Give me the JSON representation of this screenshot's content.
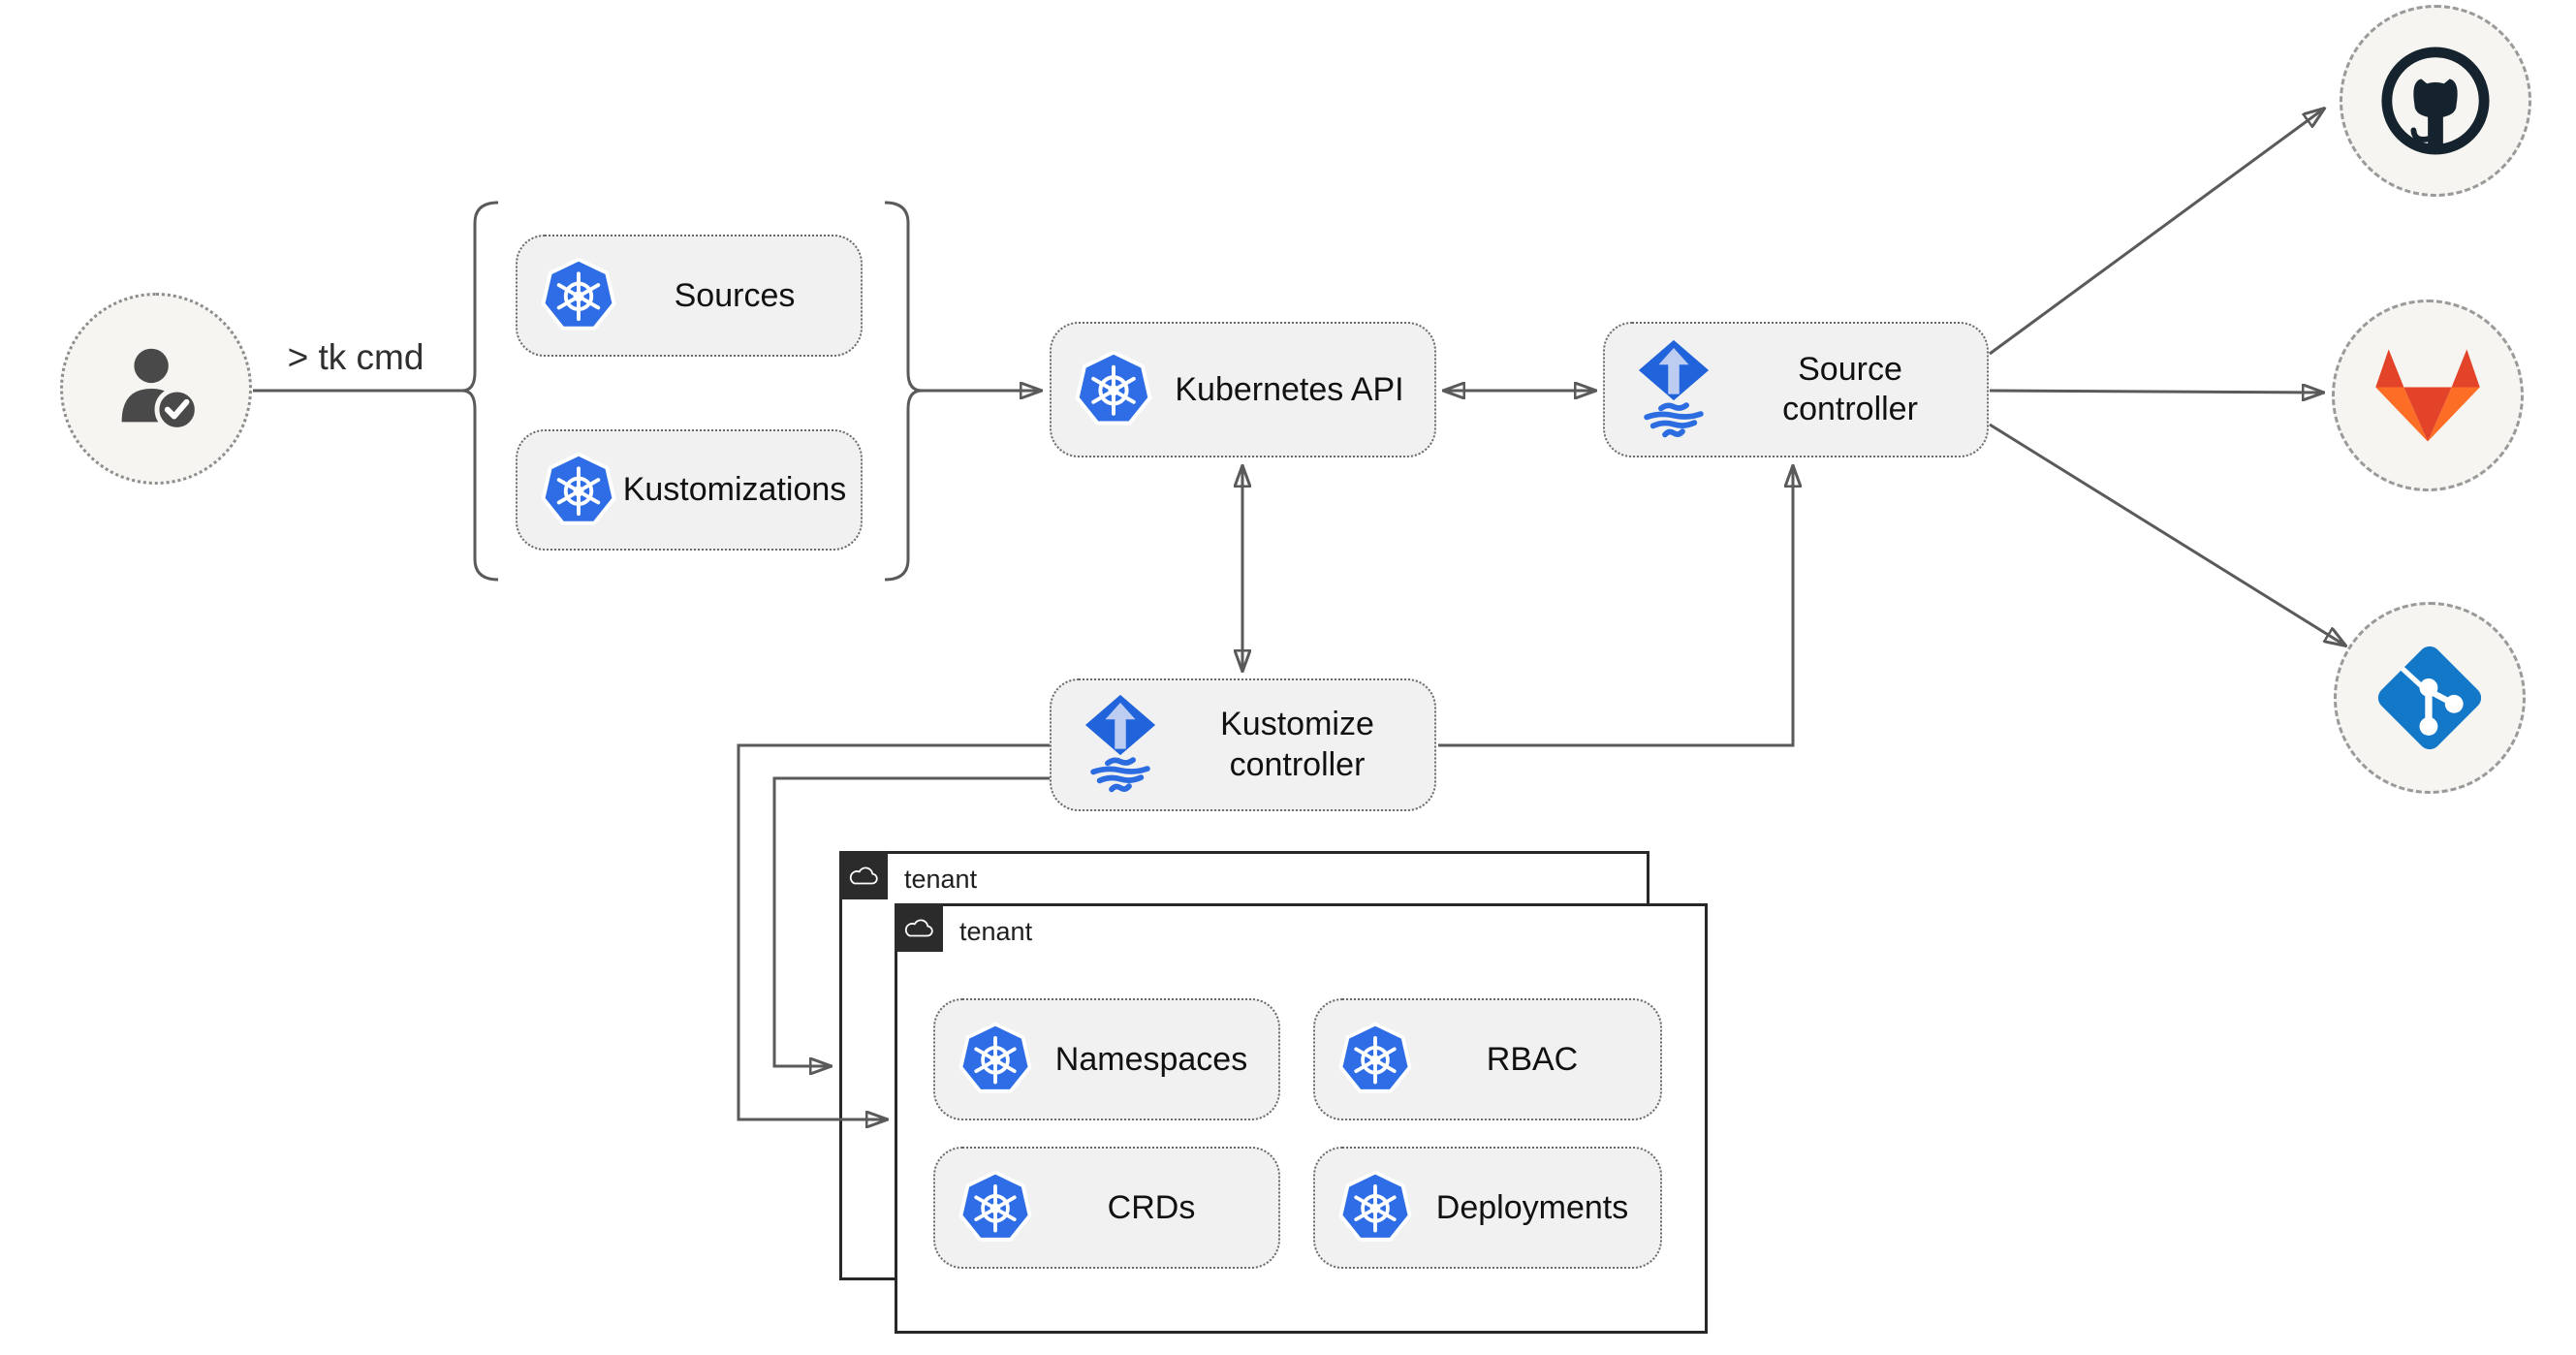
{
  "user": {
    "icon": "user-check-icon",
    "command_label": "> tk cmd"
  },
  "cluster_definitions": {
    "items": [
      {
        "icon": "kubernetes-icon",
        "label": "Sources"
      },
      {
        "icon": "kubernetes-icon",
        "label": "Kustomizations"
      }
    ]
  },
  "kubernetes_api": {
    "icon": "kubernetes-icon",
    "label": "Kubernetes API"
  },
  "source_controller": {
    "icon": "flux-icon",
    "label": "Source controller"
  },
  "kustomize_controller": {
    "icon": "flux-icon",
    "label": "Kustomize controller"
  },
  "tenant_back": {
    "icon": "cloud-icon",
    "label": "tenant"
  },
  "tenant_front": {
    "icon": "cloud-icon",
    "label": "tenant",
    "items": [
      {
        "icon": "kubernetes-icon",
        "label": "Namespaces"
      },
      {
        "icon": "kubernetes-icon",
        "label": "RBAC"
      },
      {
        "icon": "kubernetes-icon",
        "label": "CRDs"
      },
      {
        "icon": "kubernetes-icon",
        "label": "Deployments"
      }
    ]
  },
  "git_providers": {
    "icons": [
      "github-icon",
      "gitlab-icon",
      "git-icon"
    ]
  },
  "colors": {
    "kubernetes_blue": "#2e6de5",
    "flux_blue": "#2163da",
    "flux_arrow_light": "#bccdf1",
    "github_dark": "#15232e",
    "gitlab_red": "#e24329",
    "gitlab_orange": "#fc6d26",
    "git_blue": "#1478c9",
    "node_fill": "#f1f1f1",
    "node_border": "#5f5f5f",
    "connector_gray": "#5a5a5a",
    "circle_fill": "#f7f5f1",
    "tenant_tab_dark": "#2b2b2b"
  }
}
